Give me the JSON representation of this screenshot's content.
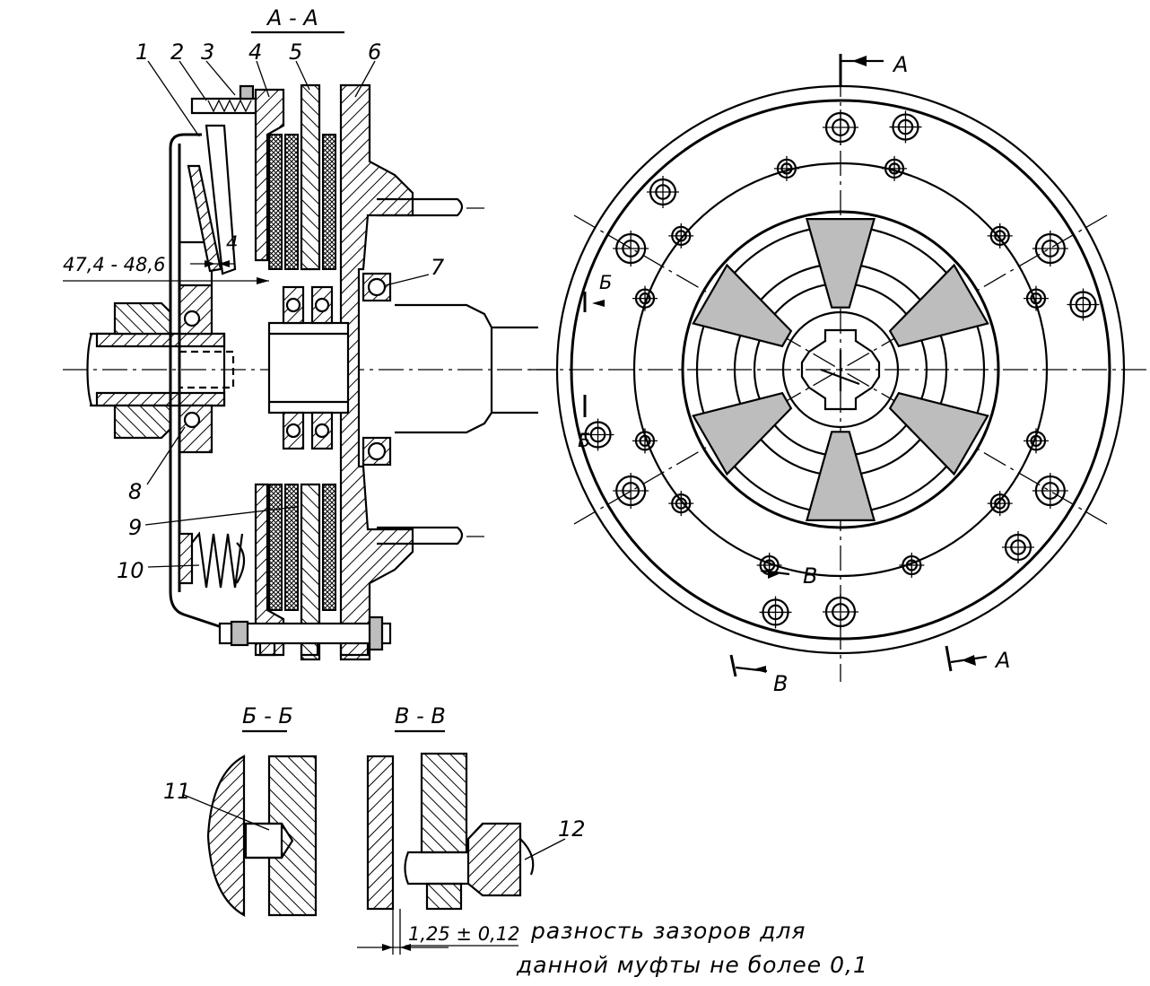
{
  "section_titles": {
    "a_a": "А - А",
    "b_b": "Б - Б",
    "v_v": "В - В"
  },
  "callouts": [
    "1",
    "2",
    "3",
    "4",
    "5",
    "6",
    "7",
    "8",
    "9",
    "10",
    "11",
    "12"
  ],
  "dimensions": {
    "stroke_range": "47,4 - 48,6",
    "gap_small": "4",
    "clearance": "1,25 ± 0,12"
  },
  "section_marks": {
    "a_top": "А",
    "a_bottom": "А",
    "b_top": "Б",
    "b_bottom": "Б",
    "v_right": "В",
    "v_bottom": "В"
  },
  "note": {
    "line1": "разность зазоров для",
    "line2": "данной муфты не более 0,1"
  }
}
